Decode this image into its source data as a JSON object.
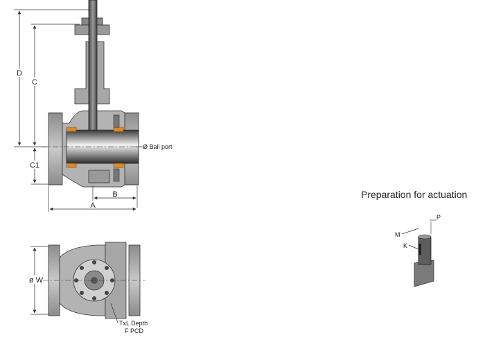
{
  "labels": {
    "D": "D",
    "C": "C",
    "C1": "C1",
    "A": "A",
    "B": "B",
    "ball_port": "Ø Ball port",
    "W": "ø W",
    "txl_depth": "TxL Depth",
    "f_pcd": "F PCD",
    "prep_title": "Preparation for actuation",
    "M": "M",
    "K": "K",
    "P": "P"
  },
  "colors": {
    "body_gray": "#a9a9a9",
    "dark_gray": "#555555",
    "seat_orange": "#d98a2b",
    "line": "#333333"
  }
}
